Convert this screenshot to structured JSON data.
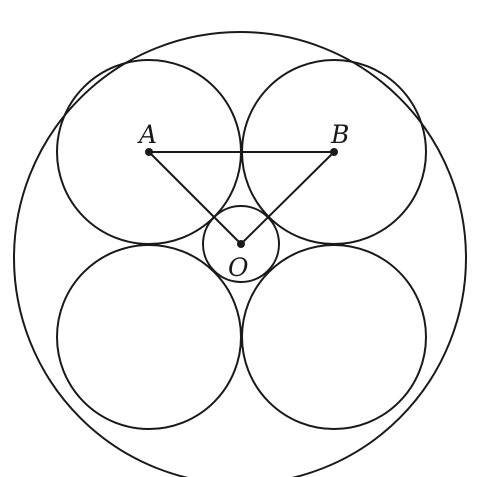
{
  "diagram": {
    "type": "geometry",
    "description_points": [
      "A",
      "B",
      "O"
    ],
    "labels": {
      "A": "A",
      "B": "B",
      "O": "O"
    },
    "segments": [
      {
        "from": "A",
        "to": "B"
      },
      {
        "from": "A",
        "to": "O"
      },
      {
        "from": "B",
        "to": "O"
      }
    ],
    "circles": {
      "outer": "outer-circle",
      "inner_small": "small-center-circle",
      "four_equal": [
        "top-left",
        "top-right",
        "bottom-left",
        "bottom-right"
      ]
    },
    "colors": {
      "stroke": "#1a1a1a",
      "background": "#ffffff"
    }
  }
}
